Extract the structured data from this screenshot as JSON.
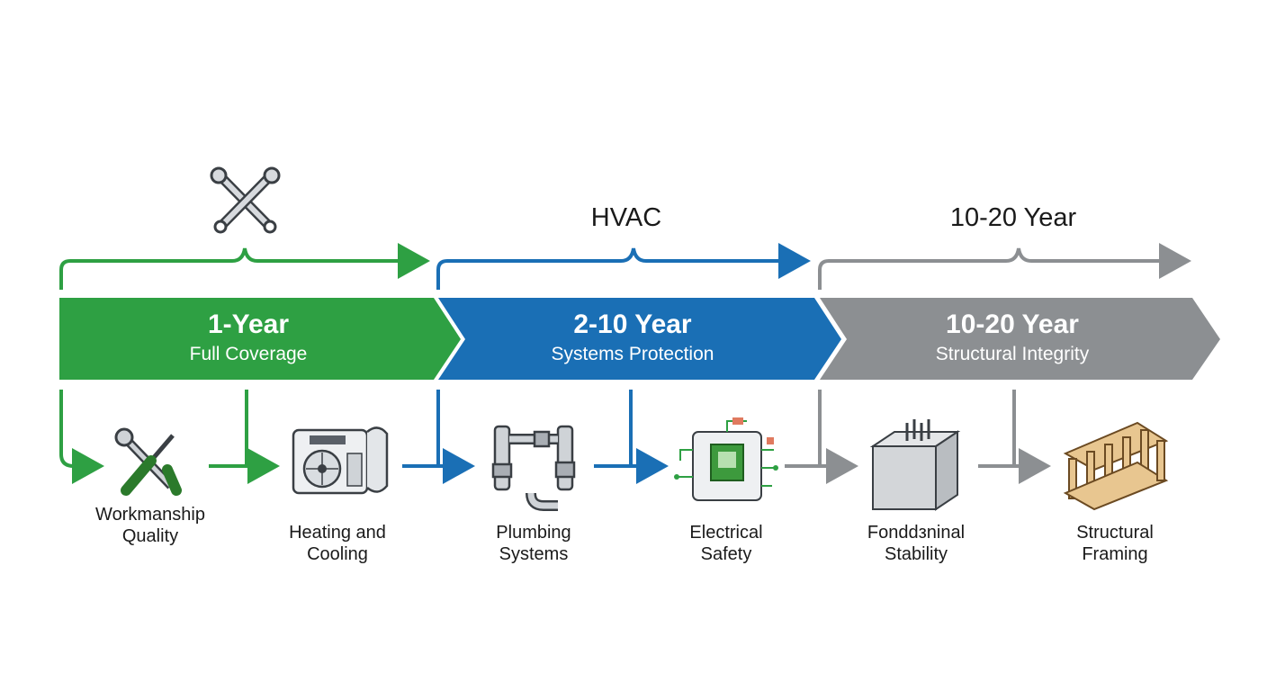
{
  "top_labels": [
    "HVAC",
    "10-20 Year"
  ],
  "phases": [
    {
      "title": "1-Year",
      "subtitle": "Full Coverage",
      "color": "#2ea043"
    },
    {
      "title": "2-10 Year",
      "subtitle": "Systems Protection",
      "color": "#1a6fb5"
    },
    {
      "title": "10-20 Year",
      "subtitle": "Structural Integrity",
      "color": "#8c8f92"
    }
  ],
  "items": [
    {
      "line1": "Workmanship",
      "line2": "Quality",
      "icon": "tools-icon"
    },
    {
      "line1": "Heating and",
      "line2": "Cooling",
      "icon": "hvac-unit-icon"
    },
    {
      "line1": "Plumbing",
      "line2": "Systems",
      "icon": "pipes-icon"
    },
    {
      "line1": "Electrical",
      "line2": "Safety",
      "icon": "circuit-board-icon"
    },
    {
      "line1": "Fonddзninal",
      "line2": "Stability",
      "icon": "concrete-block-icon"
    },
    {
      "line1": "Structural",
      "line2": "Framing",
      "icon": "wood-framing-icon"
    }
  ]
}
